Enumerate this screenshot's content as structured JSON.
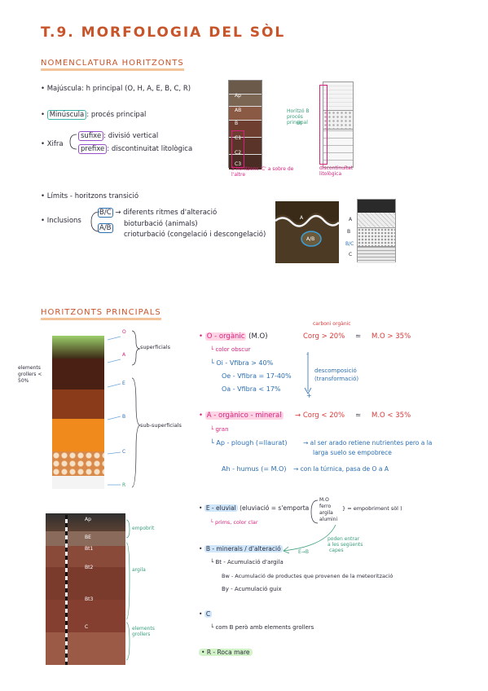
{
  "title": "T.9. MORFOLOGIA DEL SÒL",
  "sections": {
    "nomenclatura": "NOMENCLATURA HORITZONTS",
    "principals": "HORITZONTS PRINCIPALS"
  },
  "nomenclature": {
    "majuscula": "Majúscula: h principal (O, H, A, E, B, C, R)",
    "minuscula_word": "Minúscula",
    "minuscula_desc": ": procés principal",
    "xifra": "Xifra",
    "sufixe": "sufixe",
    "sufixe_desc": ": divisió vertical",
    "prefixe": "prefixe",
    "prefixe_desc": ": discontinuitat litològica",
    "limits": "Límits - horitzons transició",
    "inclusions": "Inclusions",
    "bc": "B/C",
    "bc_desc": "→ diferents ritmes d'alteració",
    "ab": "A/B",
    "ab_desc1": "bioturbació (animals)",
    "ab_desc2": "crioturbació (congelació i descongelació)"
  },
  "profile1": {
    "layers": [
      "Ap",
      "AB",
      "B",
      "C1",
      "C2",
      "C3"
    ],
    "note_pink": "3 horitzons 'C' a sobre de l'altre",
    "note_green": "Horitzó B procés principal",
    "note_green2": "Bt",
    "note_red": "discontinuïtat litològica"
  },
  "profile2_labels": [
    "A",
    "B",
    "B/C",
    "C"
  ],
  "photo_labels": [
    "A",
    "A/B"
  ],
  "horizons": {
    "superficials": "superficials",
    "subsuperficials": "sub-superficials",
    "elements_grollers": "elements grollers < 50%",
    "letters": [
      "O",
      "A",
      "E",
      "B",
      "C",
      "R"
    ],
    "O_line": "O - orgànic",
    "O_paren": "(M.O)",
    "O_arrow_note": "carboni orgànic",
    "O_corg": "Corg > 20%",
    "O_approx": "≃",
    "O_mo": "M.O > 35%",
    "O_color": "color obscur",
    "Oi": "Oi - Vfibra > 40%",
    "Oe": "Oe - Vfibra = 17-40%",
    "Oa": "Oa - Vfibra < 17%",
    "decomp1": "descomposició",
    "decomp2": "(transformació)",
    "minus": "-",
    "plus": "+",
    "A_line": "A - orgànico - mineral",
    "A_corg": "Corg < 20%",
    "A_approx": "≃",
    "A_mo": "M.O < 35%",
    "A_gran": "gran",
    "Ap": "Ap - plough (=llaurat)",
    "Ap_arrow": "→ al ser arado retiene nutrientes pero a la",
    "Ap_arrow2": "larga suelo se empobrece",
    "Ah": "Ah - humus (= M.O)",
    "Ah_arrow": "→ con la túrnica, pasa de O a A"
  },
  "bottom": {
    "profile_labels": [
      "Ap",
      "BE",
      "Bt1",
      "Bt2",
      "Bt3",
      "C"
    ],
    "empobrit": "empobrit",
    "argila": "argila",
    "elements_grollers": "elements grollers",
    "E_label": "E - eluvial",
    "E_paren": "(eluviació = s'emporta",
    "E_items": [
      "M.O",
      "ferro",
      "argila",
      "alumini"
    ],
    "E_result": "= empobriment sòl",
    "E_prims": "prims, color clar",
    "arrow_note1": "poden entrar",
    "arrow_note2": "a les següents",
    "arrow_note3": "capes",
    "E_to_B": "E→B",
    "B_label": "B - minerals / d'alteració",
    "Bt": "Bt - Acumulació d'argila",
    "Bw": "Bw - Acumulació de productes que provenen de la meteorització",
    "By": "By - Acumulació guix",
    "C_label": "C",
    "C_desc": "com B però amb elements grollers",
    "R_label": "R - Roca mare"
  },
  "colors": {
    "title": "#c8542a",
    "pink": "#d6247e",
    "blue": "#2c6fb3",
    "green": "#3a9e78",
    "red": "#d93a3a"
  }
}
